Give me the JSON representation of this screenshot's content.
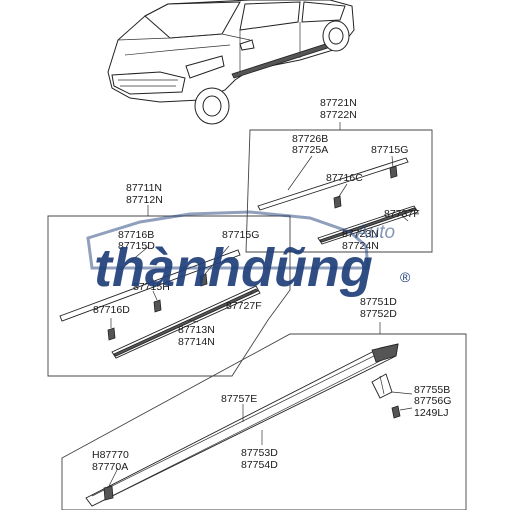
{
  "parts": {
    "p87721N": "87721N",
    "p87722N": "87722N",
    "p87726B": "87726B",
    "p87725A": "87725A",
    "p87715G_a": "87715G",
    "p87716C": "87716C",
    "p87737F": "87737F",
    "p87723N": "87723N",
    "p87724N": "87724N",
    "p87711N": "87711N",
    "p87712N": "87712N",
    "p87716B": "87716B",
    "p87715D": "87715D",
    "p87715G_b": "87715G",
    "p87715H": "87715H",
    "p87716D": "87716D",
    "p87727F": "87727F",
    "p87713N": "87713N",
    "p87714N": "87714N",
    "p87751D": "87751D",
    "p87752D": "87752D",
    "p87757E": "87757E",
    "p87755B": "87755B",
    "p87756G": "87756G",
    "p1249LJ": "1249LJ",
    "pH87770": "H87770",
    "p87770A": "87770A",
    "p87753D": "87753D",
    "p87754D": "87754D"
  },
  "watermark": {
    "brand": "thànhdũng",
    "registered": "®",
    "auto": "Auto"
  }
}
